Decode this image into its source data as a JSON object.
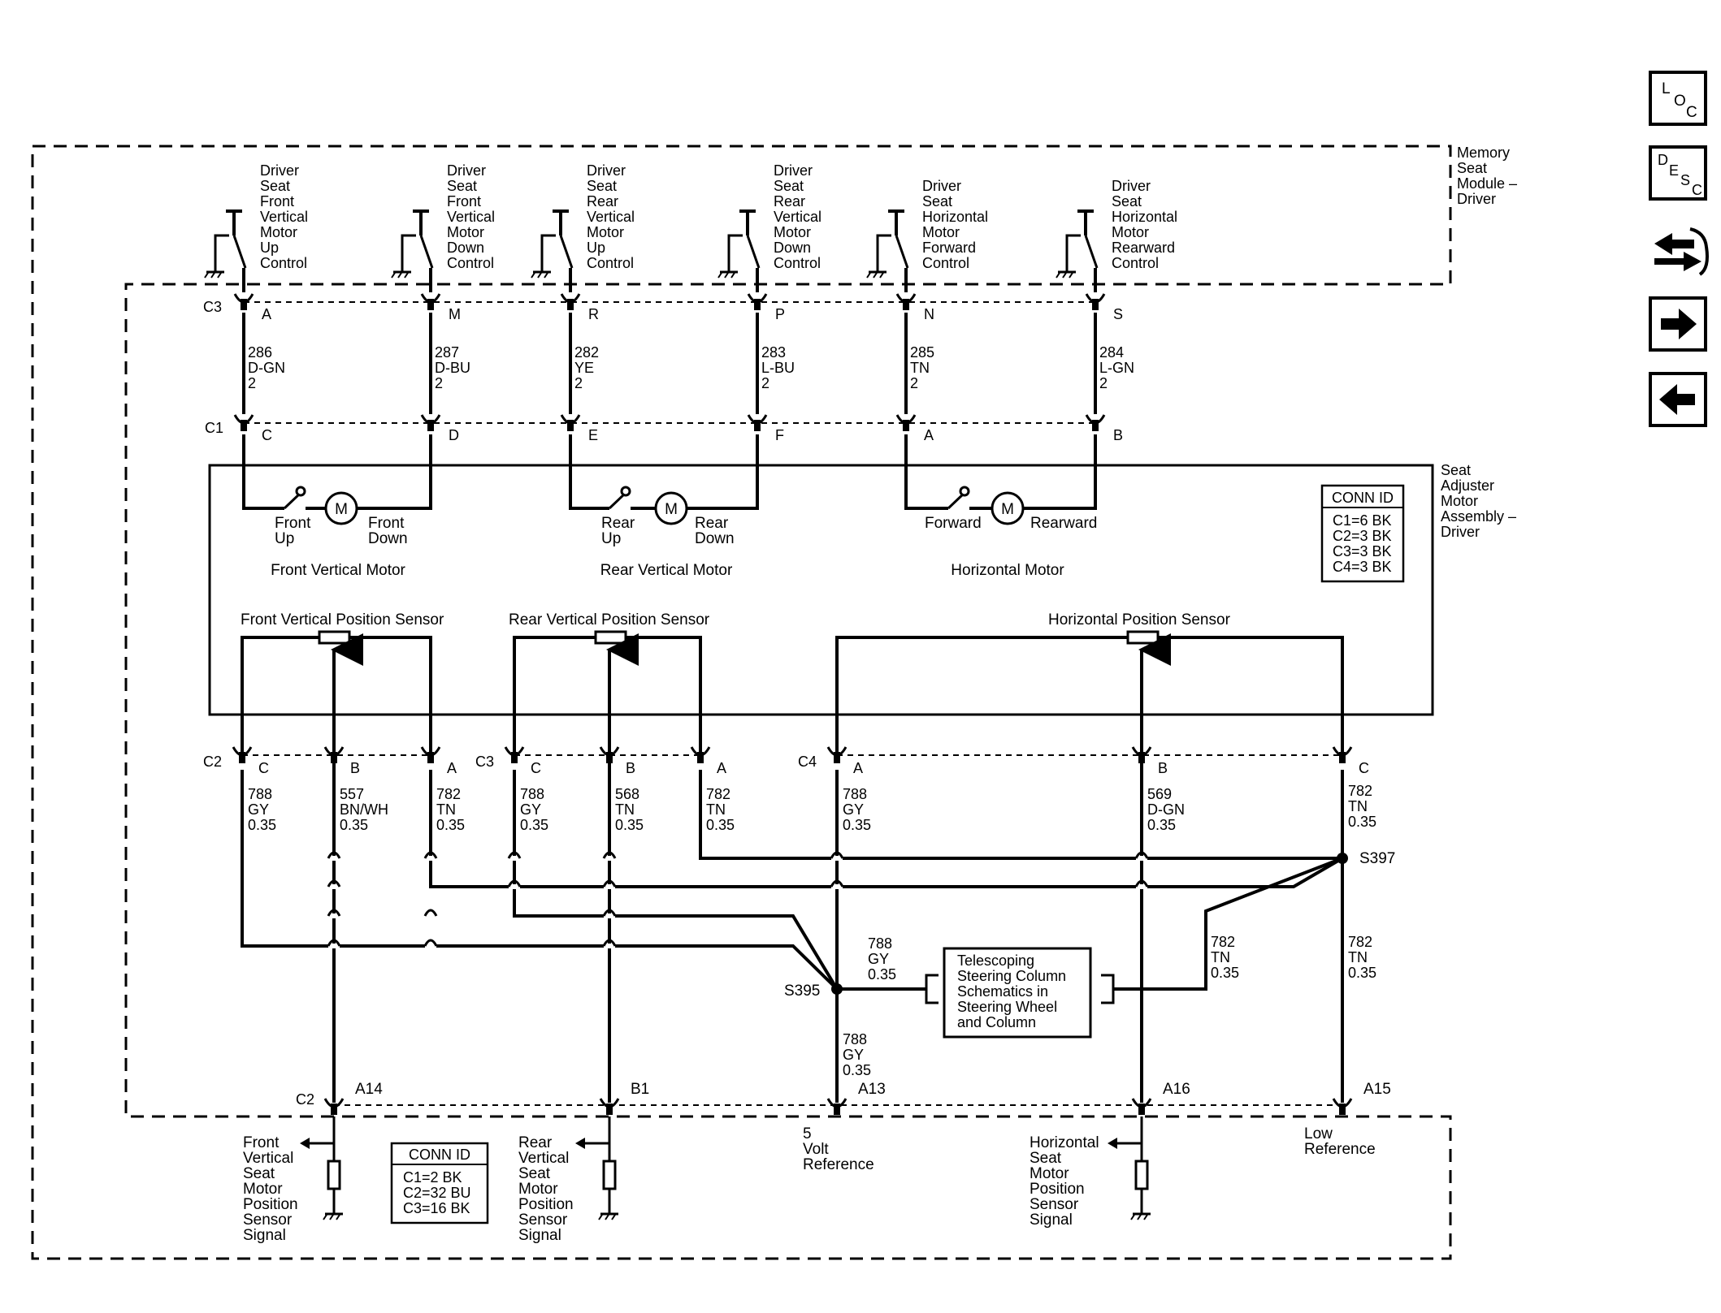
{
  "colors": {
    "ink": "#000000",
    "paper": "#ffffff"
  },
  "nav": {
    "loc": [
      "L",
      "O",
      "C"
    ],
    "desc": [
      "D",
      "E",
      "S",
      "C"
    ],
    "icons": [
      "connector-end-view-icon",
      "next-page-arrow-icon",
      "previous-page-arrow-icon"
    ]
  },
  "module": {
    "name": [
      "Memory",
      "Seat",
      "Module –",
      "Driver"
    ],
    "switches": [
      {
        "label": [
          "Driver",
          "Seat",
          "Front",
          "Vertical",
          "Motor",
          "Up",
          "Control"
        ],
        "pin": "A",
        "circuit": "286",
        "color": "D-GN",
        "gauge": "2",
        "pin_c1": "C"
      },
      {
        "label": [
          "Driver",
          "Seat",
          "Front",
          "Vertical",
          "Motor",
          "Down",
          "Control"
        ],
        "pin": "M",
        "circuit": "287",
        "color": "D-BU",
        "gauge": "2",
        "pin_c1": "D"
      },
      {
        "label": [
          "Driver",
          "Seat",
          "Rear",
          "Vertical",
          "Motor",
          "Up",
          "Control"
        ],
        "pin": "R",
        "circuit": "282",
        "color": "YE",
        "gauge": "2",
        "pin_c1": "E"
      },
      {
        "label": [
          "Driver",
          "Seat",
          "Rear",
          "Vertical",
          "Motor",
          "Down",
          "Control"
        ],
        "pin": "P",
        "circuit": "283",
        "color": "L-BU",
        "gauge": "2",
        "pin_c1": "F"
      },
      {
        "label": [
          "Driver",
          "Seat",
          "Horizontal",
          "Motor",
          "Forward",
          "Control"
        ],
        "pin": "N",
        "circuit": "285",
        "color": "TN",
        "gauge": "2",
        "pin_c1": "A"
      },
      {
        "label": [
          "Driver",
          "Seat",
          "Horizontal",
          "Motor",
          "Rearward",
          "Control"
        ],
        "pin": "S",
        "circuit": "284",
        "color": "L-GN",
        "gauge": "2",
        "pin_c1": "B"
      }
    ],
    "conn_c3": "C3",
    "conn_c1": "C1"
  },
  "assembly": {
    "name": [
      "Seat",
      "Adjuster",
      "Motor",
      "Assembly –",
      "Driver"
    ],
    "conn_id_title": "CONN ID",
    "conn_id": [
      "C1=6 BK",
      "C2=3 BK",
      "C3=3 BK",
      "C4=3 BK"
    ],
    "motors": [
      {
        "name": "Front Vertical Motor",
        "left": [
          "Front",
          "Up"
        ],
        "right": [
          "Front",
          "Down"
        ],
        "symbol": "M"
      },
      {
        "name": "Rear Vertical Motor",
        "left": [
          "Rear",
          "Up"
        ],
        "right": [
          "Rear",
          "Down"
        ],
        "symbol": "M"
      },
      {
        "name": "Horizontal Motor",
        "left": [
          "Forward"
        ],
        "right": [
          "Rearward"
        ],
        "symbol": "M"
      }
    ],
    "sensors": [
      "Front Vertical Position Sensor",
      "Rear Vertical Position Sensor",
      "Horizontal Position Sensor"
    ]
  },
  "sensor_conns": {
    "c2": {
      "name": "C2",
      "pins": [
        "C",
        "B",
        "A"
      ]
    },
    "c3": {
      "name": "C3",
      "pins": [
        "C",
        "B",
        "A"
      ]
    },
    "c4": {
      "name": "C4",
      "pins": [
        "A",
        "B",
        "C"
      ]
    }
  },
  "wires": {
    "w1": [
      "788",
      "GY",
      "0.35"
    ],
    "w2": [
      "557",
      "BN/WH",
      "0.35"
    ],
    "w3": [
      "782",
      "TN",
      "0.35"
    ],
    "w4": [
      "788",
      "GY",
      "0.35"
    ],
    "w5": [
      "568",
      "TN",
      "0.35"
    ],
    "w6": [
      "782",
      "TN",
      "0.35"
    ],
    "w7": [
      "788",
      "GY",
      "0.35"
    ],
    "w8": [
      "569",
      "D-GN",
      "0.35"
    ],
    "w9": [
      "782",
      "TN",
      "0.35"
    ],
    "w10": [
      "788",
      "GY",
      "0.35"
    ],
    "w11": [
      "782",
      "TN",
      "0.35"
    ],
    "w12": [
      "782",
      "TN",
      "0.35"
    ],
    "w13": [
      "788",
      "GY",
      "0.35"
    ]
  },
  "splices": {
    "s397": "S397",
    "s395": "S395"
  },
  "telescoping": [
    "Telescoping",
    "Steering Column",
    "Schematics in",
    "Steering Wheel",
    "and Column"
  ],
  "bottom": {
    "conn": "C2",
    "pins": [
      "A14",
      "B1",
      "A13",
      "A16",
      "A15"
    ],
    "signals": [
      [
        "Front",
        "Vertical",
        "Seat",
        "Motor",
        "Position",
        "Sensor",
        "Signal"
      ],
      [
        "Rear",
        "Vertical",
        "Seat",
        "Motor",
        "Position",
        "Sensor",
        "Signal"
      ],
      [
        "5",
        "Volt",
        "Reference"
      ],
      [
        "Horizontal",
        "Seat",
        "Motor",
        "Position",
        "Sensor",
        "Signal"
      ],
      [
        "Low",
        "Reference"
      ]
    ],
    "conn_id_title": "CONN ID",
    "conn_id": [
      "C1=2 BK",
      "C2=32 BU",
      "C3=16 BK"
    ]
  }
}
